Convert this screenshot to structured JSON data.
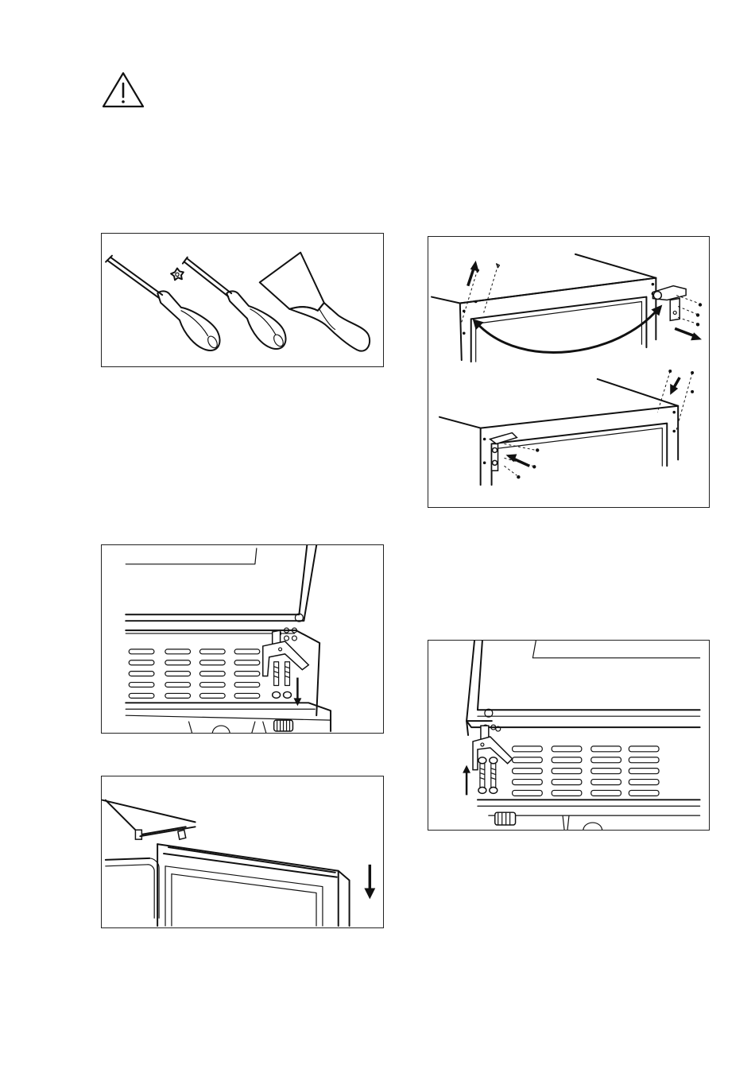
{
  "page": {
    "warning_icon": "warning-triangle-icon",
    "figures": [
      {
        "id": "tools",
        "icons": [
          "flat-screwdriver-icon",
          "torx-screwdriver-icon",
          "torx-symbol-icon",
          "putty-knife-icon"
        ]
      },
      {
        "id": "door-hinge-swap",
        "icons": [
          "arrow-up-icon",
          "curved-arrow-icon",
          "arrow-out-icon",
          "arrow-down-icon",
          "arrow-in-icon"
        ]
      },
      {
        "id": "lower-hinge-remove",
        "icons": [
          "hinge-icon",
          "screw-icon",
          "arrow-down-icon"
        ]
      },
      {
        "id": "door-lower",
        "icons": [
          "arrow-down-icon"
        ]
      },
      {
        "id": "lower-hinge-fit",
        "icons": [
          "hinge-icon",
          "screw-icon",
          "arrow-up-icon"
        ]
      }
    ]
  }
}
